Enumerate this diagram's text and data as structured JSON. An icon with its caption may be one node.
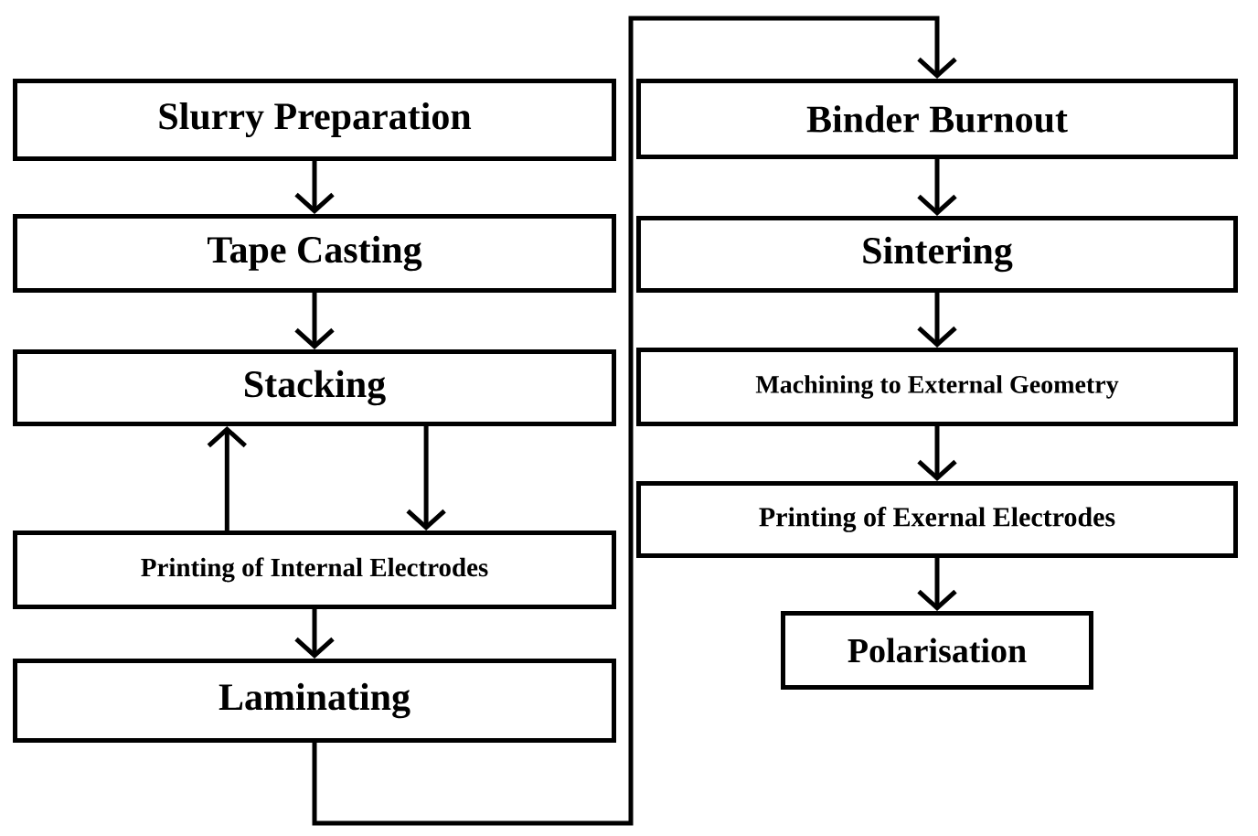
{
  "diagram": {
    "nodes": [
      {
        "text": [
          "Slurry Preparation"
        ]
      },
      {
        "text": [
          "Tape Casting"
        ]
      },
      {
        "text": [
          "Stacking"
        ]
      },
      {
        "text": [
          "Printing of Internal Electrodes"
        ]
      },
      {
        "text": [
          "Laminating"
        ]
      },
      {
        "text": [
          "Binder Burnout"
        ]
      },
      {
        "text": [
          "Sintering"
        ]
      },
      {
        "text": [
          "Machining to External Geometry"
        ]
      },
      {
        "text": [
          "Printing of Exernal Electrodes"
        ]
      },
      {
        "text": [
          "Polarisation"
        ]
      }
    ],
    "edges": [
      {
        "from": 0,
        "to": 1,
        "arrow": "to"
      },
      {
        "from": 1,
        "to": 2,
        "arrow": "to"
      },
      {
        "from": 2,
        "to": 3,
        "arrow": "to"
      },
      {
        "from": 3,
        "to": 2,
        "arrow": "to"
      },
      {
        "from": 3,
        "to": 4,
        "arrow": "to"
      },
      {
        "from": 4,
        "to": 5,
        "arrow": "to"
      },
      {
        "from": 5,
        "to": 6,
        "arrow": "to"
      },
      {
        "from": 6,
        "to": 7,
        "arrow": "to"
      },
      {
        "from": 7,
        "to": 8,
        "arrow": "to"
      },
      {
        "from": 8,
        "to": 9,
        "arrow": "to"
      }
    ]
  }
}
